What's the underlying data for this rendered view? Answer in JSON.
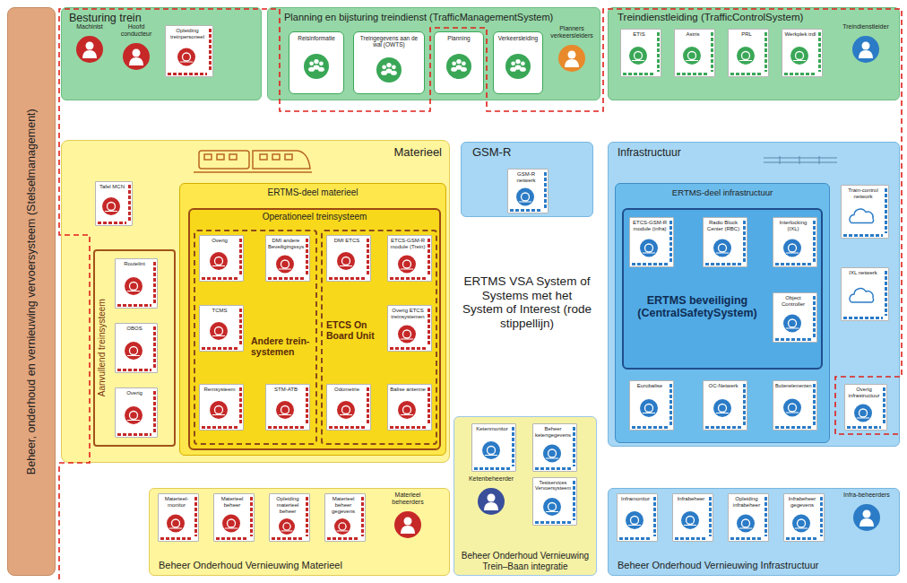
{
  "diagram": {
    "nodes": [
      {
        "text": [
          "Beheer, onderhoud en vernieuwing vervoersysteem (Stelselmanagement)"
        ]
      },
      {
        "text": [
          "Besturing trein"
        ]
      },
      {
        "text": [
          "Machinist"
        ],
        "in": 1
      },
      {
        "text": [
          "Hoofd conducteur"
        ],
        "in": 1
      },
      {
        "text": [
          "Opleiding treinpersoneel"
        ],
        "in": 1
      },
      {
        "text": [
          "Planning en bijsturing treindienst (TrafficManagementSystem)"
        ]
      },
      {
        "text": [
          "Reisinformatie"
        ],
        "in": 5
      },
      {
        "text": [
          "Treingegevens aan de wal (OWTS)"
        ],
        "in": 5
      },
      {
        "text": [
          "Planning"
        ],
        "in": 5
      },
      {
        "text": [
          "Verkeersleiding"
        ],
        "in": 5
      },
      {
        "text": [
          "Planners verkeersleiders"
        ],
        "in": 5
      },
      {
        "text": [
          "Treindienstleiding (TrafficControlSystem)"
        ]
      },
      {
        "text": [
          "ETIS"
        ],
        "in": 11
      },
      {
        "text": [
          "Astris"
        ],
        "in": 11
      },
      {
        "text": [
          "PRL"
        ],
        "in": 11
      },
      {
        "text": [
          "Werkplek trdl"
        ],
        "in": 11
      },
      {
        "text": [
          "Treindienstleider"
        ],
        "in": 11
      },
      {
        "text": [
          "Materieel"
        ]
      },
      {
        "text": [
          "Tafel MCN"
        ],
        "in": 17
      },
      {
        "text": [
          "Aanvullend treinsysteem"
        ],
        "in": 17
      },
      {
        "text": [
          "Routelint"
        ],
        "in": 19
      },
      {
        "text": [
          "OBOS"
        ],
        "in": 19
      },
      {
        "text": [
          "Overig"
        ],
        "in": 19
      },
      {
        "text": [
          "ERTMS-deel materieel"
        ],
        "in": 17
      },
      {
        "text": [
          "Operationeel treinsysteem"
        ],
        "in": 23
      },
      {
        "text": [
          "Andere trein-systemen"
        ],
        "in": 24
      },
      {
        "text": [
          "Overig"
        ],
        "in": 25
      },
      {
        "text": [
          "DMI andere Beveiligingssys"
        ],
        "in": 25
      },
      {
        "text": [
          "TCMS"
        ],
        "in": 25
      },
      {
        "text": [
          "Remsysteem"
        ],
        "in": 25
      },
      {
        "text": [
          "STM-ATB"
        ],
        "in": 25
      },
      {
        "text": [
          "ETCS On Board Unit"
        ],
        "in": 24
      },
      {
        "text": [
          "DMI ETCS"
        ],
        "in": 31
      },
      {
        "text": [
          "ETCS-GSM-R module (Trein)"
        ],
        "in": 31
      },
      {
        "text": [
          "Overig ETCS treinsystemen"
        ],
        "in": 31
      },
      {
        "text": [
          "Odometrie"
        ],
        "in": 31
      },
      {
        "text": [
          "Balise antenne"
        ],
        "in": 31
      },
      {
        "text": [
          "GSM-R"
        ]
      },
      {
        "text": [
          "GSM-R netwerk"
        ],
        "in": 37
      },
      {
        "text": [
          "Infrastructuur"
        ]
      },
      {
        "text": [
          "ERTMS-deel infrastructuur"
        ],
        "in": 39
      },
      {
        "text": [
          "ERTMS beveiliging (CentralSafetySystem)"
        ],
        "in": 40
      },
      {
        "text": [
          "ETCS-GSM-R module (infra)"
        ],
        "in": 41
      },
      {
        "text": [
          "Radio Block Center (RBC)"
        ],
        "in": 41
      },
      {
        "text": [
          "Interlocking (IXL)"
        ],
        "in": 41
      },
      {
        "text": [
          "Object Controller"
        ],
        "in": 41
      },
      {
        "text": [
          "Eurobalise"
        ],
        "in": 40
      },
      {
        "text": [
          "OC-Netwerk"
        ],
        "in": 40
      },
      {
        "text": [
          "Buitenelementen"
        ],
        "in": 40
      },
      {
        "text": [
          "Train-control network"
        ],
        "in": 39
      },
      {
        "text": [
          "IXL netwerk"
        ],
        "in": 39
      },
      {
        "text": [
          "Overig infrastructuur"
        ],
        "in": 39
      },
      {
        "text": [
          "Beheer Onderhoud Vernieuwing Materieel"
        ]
      },
      {
        "text": [
          "Materieel-monitor"
        ],
        "in": 52
      },
      {
        "text": [
          "Materieel beheer"
        ],
        "in": 52
      },
      {
        "text": [
          "Opleiding materieel beheer"
        ],
        "in": 52
      },
      {
        "text": [
          "Materieel beheer gegevens"
        ],
        "in": 52
      },
      {
        "text": [
          "Materieel beheerders"
        ],
        "in": 52
      },
      {
        "text": [
          "Beheer Onderhoud Vernieuwing Trein–Baan integratie"
        ]
      },
      {
        "text": [
          "Ketenmonitor"
        ],
        "in": 58
      },
      {
        "text": [
          "Beheer ketengegevens"
        ],
        "in": 58
      },
      {
        "text": [
          "Ketenbeheerder"
        ],
        "in": 58
      },
      {
        "text": [
          "Testservices Vervoersysteem"
        ],
        "in": 58
      },
      {
        "text": [
          "Beheer Onderhoud Vernieuwing Infrastructuur"
        ]
      },
      {
        "text": [
          "Inframonitor"
        ],
        "in": 63
      },
      {
        "text": [
          "Infrabeheer"
        ],
        "in": 63
      },
      {
        "text": [
          "Opleiding infrabeheer"
        ],
        "in": 63
      },
      {
        "text": [
          "Infrabeheer gegevens"
        ],
        "in": 63
      },
      {
        "text": [
          "Infra-beheerders"
        ],
        "in": 63
      }
    ],
    "labels": [
      "ERTMS VSA System of Systems met het System of Interest (rode stippellijn)"
    ]
  }
}
